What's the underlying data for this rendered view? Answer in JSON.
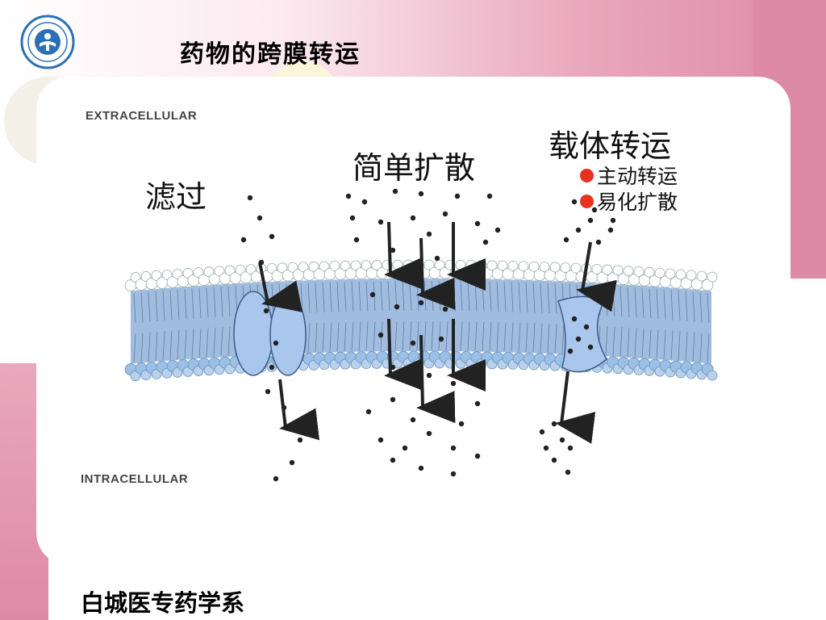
{
  "slide": {
    "title": "药物的跨膜转运",
    "footer": "白城医专药学系",
    "logo_icon": "school-seal-icon"
  },
  "diagram": {
    "extracellular_label": "EXTRACELLULAR",
    "intracellular_label": "INTRACELLULAR",
    "filtration_label": "滤过",
    "simple_diffusion_label": "简单扩散",
    "carrier_transport_label": "载体转运",
    "carrier_types": [
      "主动转运",
      "易化扩散"
    ],
    "bullet_color": "#e8321e",
    "membrane_head_color": "#ffffff",
    "membrane_tail_color": "#8fb0d8",
    "channel_color": "#a9c6ec"
  }
}
